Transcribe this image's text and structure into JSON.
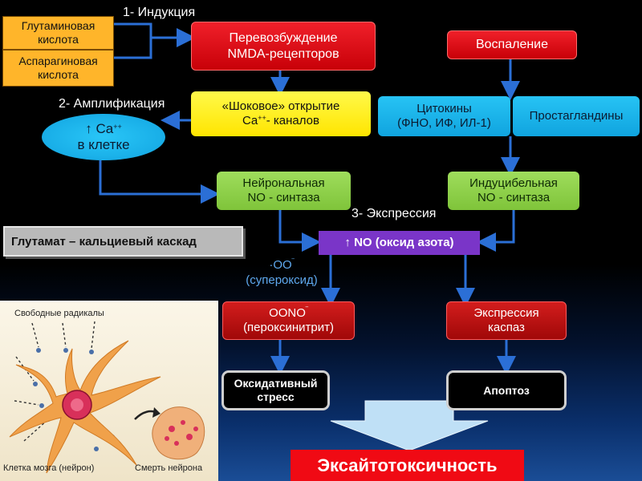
{
  "boxes": {
    "glutamic": "Глутаминовая кислота",
    "aspartic": "Аспарагиновая кислота",
    "nmda_line1": "Перевозбуждение",
    "nmda_line2": "NMDA-рецепторов",
    "inflammation": "Воспаление",
    "shock_line1": "«Шоковое» открытие",
    "shock_line2_pre": "Ca",
    "shock_line2_sup": "++",
    "shock_line2_post": "- каналов",
    "ca_line1_pre": "↑ Ca",
    "ca_line1_sup": "++",
    "ca_line2": "в клетке",
    "cytokines_line1": "Цитокины",
    "cytokines_line2": "(ФНО, ИФ, ИЛ-1)",
    "prostaglandins": "Простагландины",
    "neuronal_line1": "Нейрональная",
    "neuronal_line2": "NO - синтаза",
    "inducible_line1": "Индуцибельная",
    "inducible_line2": "NO - синтаза",
    "no": "↑ NO (оксид азота)",
    "peroxy_line1_pre": "OONO",
    "peroxy_line1_sup": "‾",
    "peroxy_line2": "(пероксинитрит)",
    "caspase_line1": "Экспрессия",
    "caspase_line2": "каспаз",
    "oxidative_line1": "Оксидативный",
    "oxidative_line2": "стресс",
    "apoptosis": "Апоптоз",
    "excitotoxicity": "Эксайтотоксичность"
  },
  "labels": {
    "induction": "1- Индукция",
    "amplification": "2- Амплификация",
    "expression": "3- Экспрессия",
    "superoxide_line1_pre": "·OO",
    "superoxide_line1_sup": "‾",
    "superoxide_line2": "(супероксид)"
  },
  "panel": {
    "title": "Глутамат – кальциевый каскад"
  },
  "illustration": {
    "free_radicals": "Свободные радикалы",
    "brain_cell": "Клетка мозга (нейрон)",
    "neuron_death": "Смерть нейрона"
  },
  "colors": {
    "arrow": "#2b6fd6",
    "red": "#e0121c",
    "yellow": "#ffee22",
    "cyan": "#1ab4ea",
    "green": "#8cd14a",
    "purple": "#7a35c8",
    "orange": "#ffb52a"
  }
}
